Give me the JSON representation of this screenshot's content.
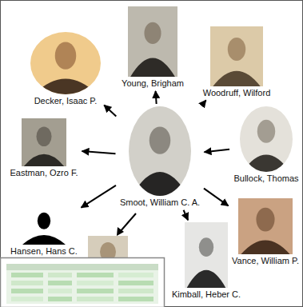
{
  "diagram": {
    "nodes": [
      {
        "text": [
          "Young, Brigham"
        ]
      },
      {
        "text": [
          "Decker, Isaac P."
        ]
      },
      {
        "text": [
          "Woodruff, Wilford"
        ]
      },
      {
        "text": [
          "Eastman, Ozro F."
        ]
      },
      {
        "text": [
          "Smoot, William C. A."
        ]
      },
      {
        "text": [
          "Bullock, Thomas"
        ]
      },
      {
        "text": [
          "Hansen, Hans C."
        ]
      },
      {
        "text": [
          "Kimball, Heber C."
        ]
      },
      {
        "text": [
          "Vance, William P."
        ]
      }
    ],
    "edges": [
      {
        "from": 4,
        "to": 0,
        "arrow": "to"
      },
      {
        "from": 4,
        "to": 1,
        "arrow": "to"
      },
      {
        "from": 4,
        "to": 2,
        "arrow": "to"
      },
      {
        "from": 4,
        "to": 3,
        "arrow": "to"
      },
      {
        "from": 5,
        "to": 4,
        "arrow": "to"
      },
      {
        "from": 4,
        "to": 6,
        "arrow": "to"
      },
      {
        "from": 4,
        "to": 7,
        "arrow": "to"
      },
      {
        "from": 4,
        "to": 8,
        "arrow": "to"
      }
    ]
  }
}
